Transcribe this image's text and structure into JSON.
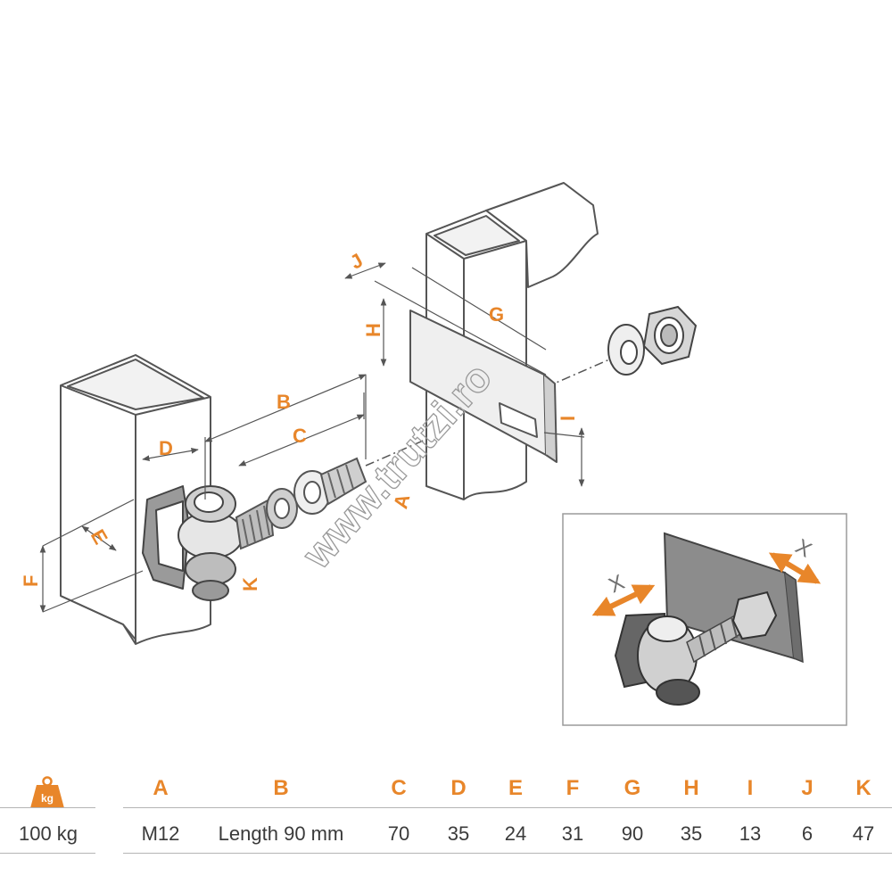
{
  "watermark": "www.trutzi.ro",
  "colors": {
    "accent": "#e8862a",
    "line": "#555555",
    "steel": "#d9d9d9",
    "dark": "#707070"
  },
  "dimension_labels": [
    "A",
    "B",
    "C",
    "D",
    "E",
    "F",
    "G",
    "H",
    "I",
    "J",
    "K"
  ],
  "inset_labels": {
    "x_left": "X",
    "x_right": "X"
  },
  "table": {
    "weight_icon": {
      "icon": "weight-kg-icon",
      "label": "kg"
    },
    "headers": [
      "A",
      "B",
      "C",
      "D",
      "E",
      "F",
      "G",
      "H",
      "I",
      "J",
      "K"
    ],
    "values": {
      "weight": "100 kg",
      "A": "M12",
      "B": "Length 90 mm",
      "C": "70",
      "D": "35",
      "E": "24",
      "F": "31",
      "G": "90",
      "H": "35",
      "I": "13",
      "J": "6",
      "K": "47"
    }
  }
}
